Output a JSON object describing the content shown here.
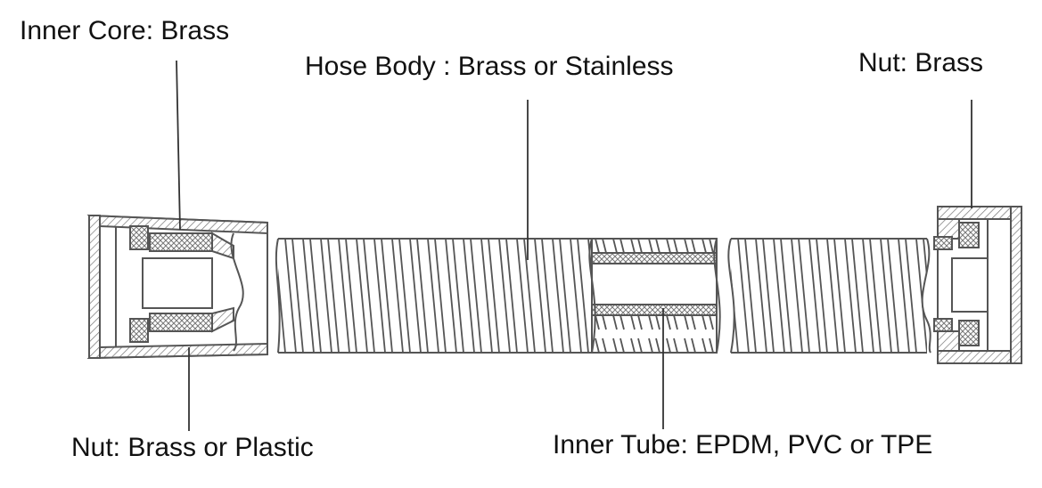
{
  "labels": {
    "inner_core": "Inner Core: Brass",
    "hose_body": "Hose Body : Brass or Stainless",
    "nut_right": "Nut: Brass",
    "nut_left": "Nut: Brass or Plastic",
    "inner_tube": "Inner Tube: EPDM, PVC or TPE"
  },
  "colors": {
    "line": "#555555",
    "hatch": "#777777",
    "fill": "#ffffff",
    "background": "#ffffff"
  }
}
